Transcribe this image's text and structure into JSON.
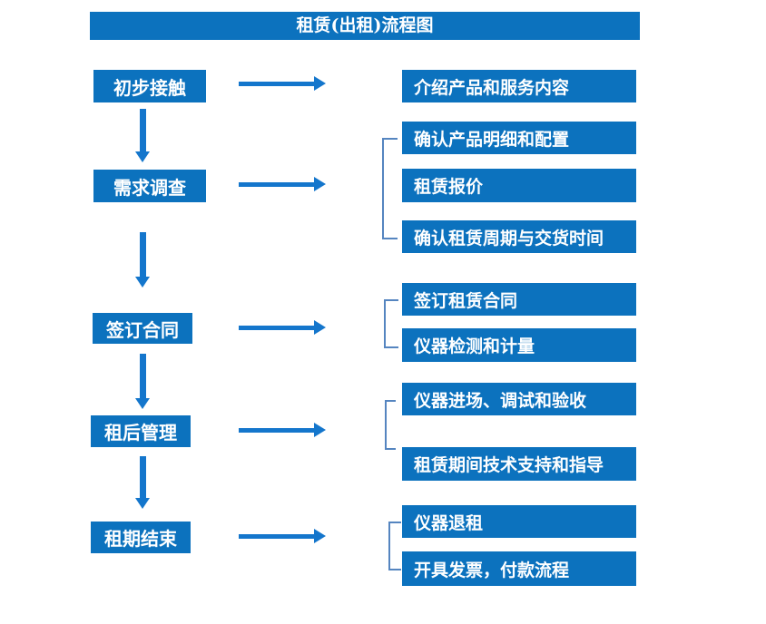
{
  "title": "租赁(出租)流程图",
  "colors": {
    "box_fill": "#0c72be",
    "arrow": "#1476cc",
    "bracket": "#5585c0",
    "text": "#ffffff",
    "background": "#ffffff"
  },
  "steps": [
    {
      "label": "初步接触",
      "details": [
        "介绍产品和服务内容"
      ]
    },
    {
      "label": "需求调查",
      "details": [
        "确认产品明细和配置",
        "租赁报价",
        "确认租赁周期与交货时间"
      ]
    },
    {
      "label": "签订合同",
      "details": [
        "签订租赁合同",
        "仪器检测和计量"
      ]
    },
    {
      "label": "租后管理",
      "details": [
        "仪器进场、调试和验收",
        "租赁期间技术支持和指导"
      ]
    },
    {
      "label": "租期结束",
      "details": [
        "仪器退租",
        "开具发票，付款流程"
      ]
    }
  ]
}
